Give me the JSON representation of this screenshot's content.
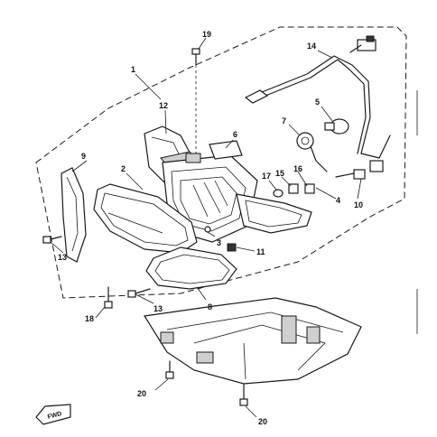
{
  "callouts": {
    "c1": "1",
    "c2": "2",
    "c3": "3",
    "c4": "4",
    "c5": "5",
    "c6": "6",
    "c7": "7",
    "c8": "8",
    "c9": "9",
    "c10": "10",
    "c11": "11",
    "c12": "12",
    "c13a": "13",
    "c13b": "13",
    "c14": "14",
    "c15": "15",
    "c16": "16",
    "c17": "17",
    "c18": "18",
    "c19": "19",
    "c20a": "20",
    "c20b": "20"
  },
  "fwd_label": "FWD",
  "colors": {
    "ink": "#1a1a1a",
    "paper": "#ffffff",
    "shade": "#cfcfcf"
  }
}
